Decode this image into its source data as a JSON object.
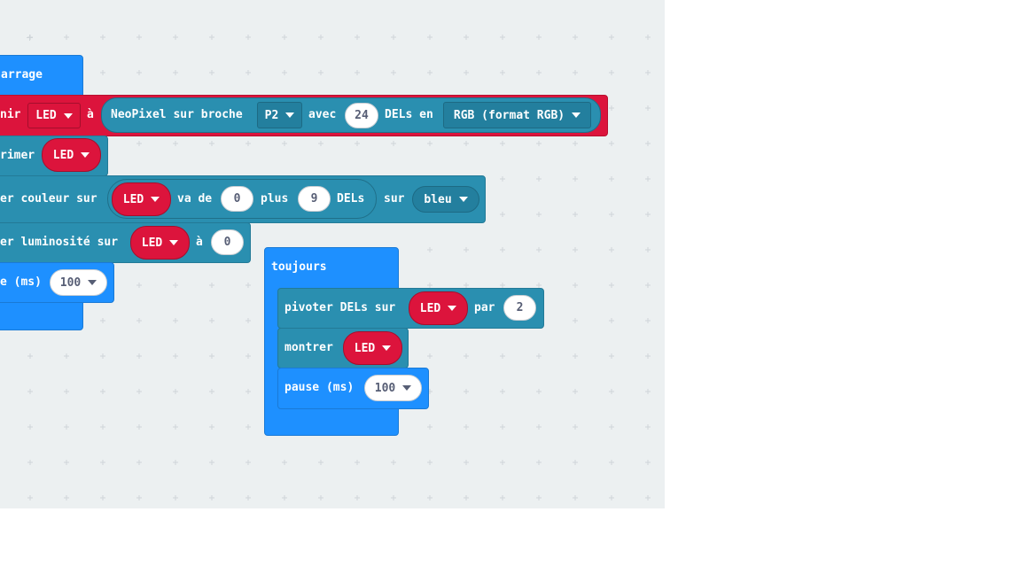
{
  "on_start": {
    "header_label": "arrage",
    "set_strip": {
      "label_prefix": "nir",
      "variable": "LED",
      "to_label": "à",
      "neopixel_label": "NeoPixel sur broche",
      "pin": "P2",
      "with_label": "avec",
      "count": "24",
      "leds_label": "DELs en",
      "mode": "RGB (format RGB)"
    },
    "clear": {
      "label": "rimer",
      "variable": "LED"
    },
    "set_color_range": {
      "label": "er couleur sur",
      "variable": "LED",
      "from_label": "va de",
      "from": "0",
      "plus_label": "plus",
      "count": "9",
      "leds_label": "DELs",
      "on_label": "sur",
      "color": "bleu"
    },
    "set_brightness": {
      "label": "er luminosité sur",
      "variable": "LED",
      "to_label": "à",
      "value": "0"
    },
    "pause": {
      "label": "e (ms)",
      "value": "100"
    }
  },
  "forever": {
    "header_label": "toujours",
    "rotate": {
      "label": "pivoter DELs sur",
      "variable": "LED",
      "by_label": "par",
      "value": "2"
    },
    "show": {
      "label": "montrer",
      "variable": "LED"
    },
    "pause": {
      "label": "pause (ms)",
      "value": "100"
    }
  },
  "colors": {
    "workspace_bg": "#ecf0f1",
    "control": "#1e90ff",
    "variables": "#dc143c",
    "neopixel": "#2a8fb0"
  }
}
